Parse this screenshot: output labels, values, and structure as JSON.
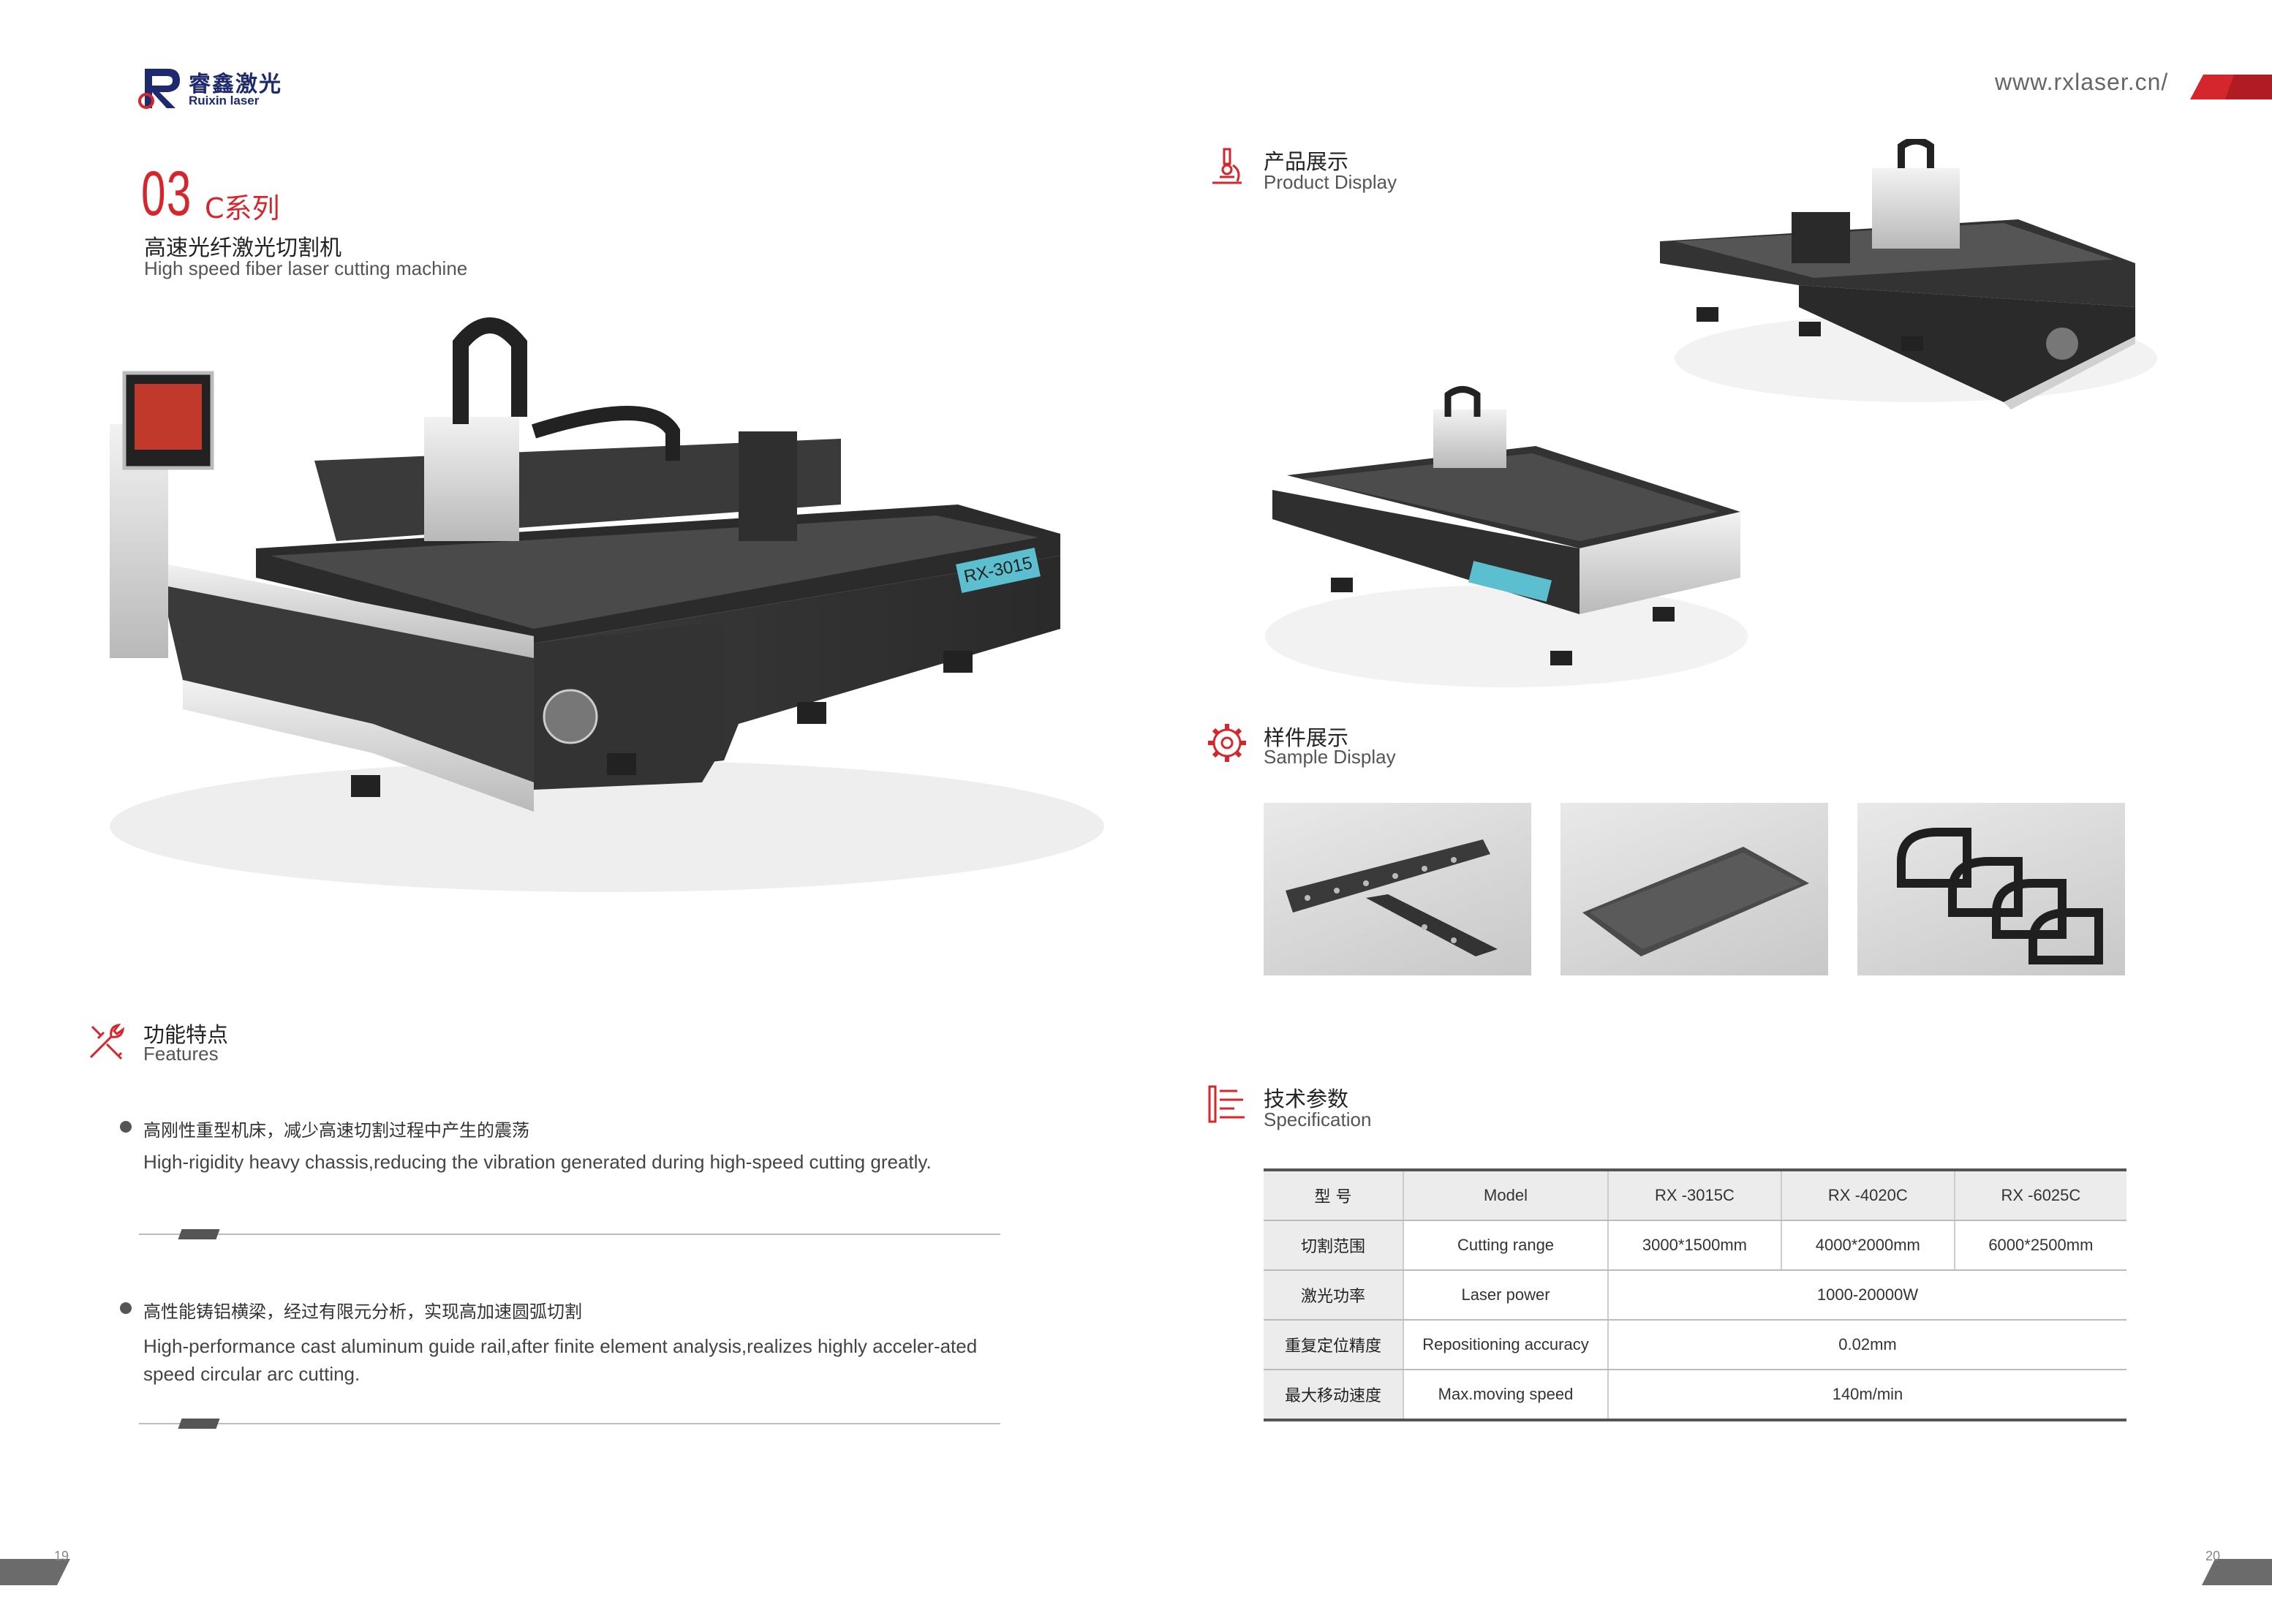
{
  "brand": {
    "name_cn": "睿鑫激光",
    "name_en": "Ruixin laser",
    "website": "www.rxlaser.cn/",
    "accent_color": "#d6262d",
    "logo_color": "#1e2a6d"
  },
  "series": {
    "number": "03",
    "name": "C系列",
    "title_cn": "高速光纤激光切割机",
    "title_en": "High speed fiber laser cutting machine",
    "machine_badge": "RX-3015"
  },
  "sections": {
    "product_display": {
      "cn": "产品展示",
      "en": "Product Display",
      "icon": "microscope-icon"
    },
    "sample_display": {
      "cn": "样件展示",
      "en": "Sample Display",
      "icon": "gear-icon"
    },
    "features": {
      "cn": "功能特点",
      "en": "Features",
      "icon": "tools-icon"
    },
    "specification": {
      "cn": "技术参数",
      "en": "Specification",
      "icon": "spec-list-icon"
    }
  },
  "features": [
    {
      "cn": "高刚性重型机床，减少高速切割过程中产生的震荡",
      "en": "High-rigidity heavy chassis,reducing the vibration generated during high-speed cutting greatly."
    },
    {
      "cn": "高性能铸铝横梁，经过有限元分析，实现高加速圆弧切割",
      "en": "High-performance cast aluminum guide rail,after finite element analysis,realizes highly acceler-ated speed circular arc cutting."
    }
  ],
  "spec_table": {
    "header": [
      "型 号",
      "Model",
      "RX -3015C",
      "RX -4020C",
      "RX -6025C"
    ],
    "rows": [
      [
        "切割范围",
        "Cutting range",
        "3000*1500mm",
        "4000*2000mm",
        "6000*2500mm"
      ],
      [
        "激光功率",
        "Laser power",
        "1000-20000W"
      ],
      [
        "重复定位精度",
        "Repositioning  accuracy",
        "0.02mm"
      ],
      [
        "最大移动速度",
        "Max.moving speed",
        "140m/min"
      ]
    ]
  },
  "pages": {
    "left": "19",
    "right": "20"
  }
}
